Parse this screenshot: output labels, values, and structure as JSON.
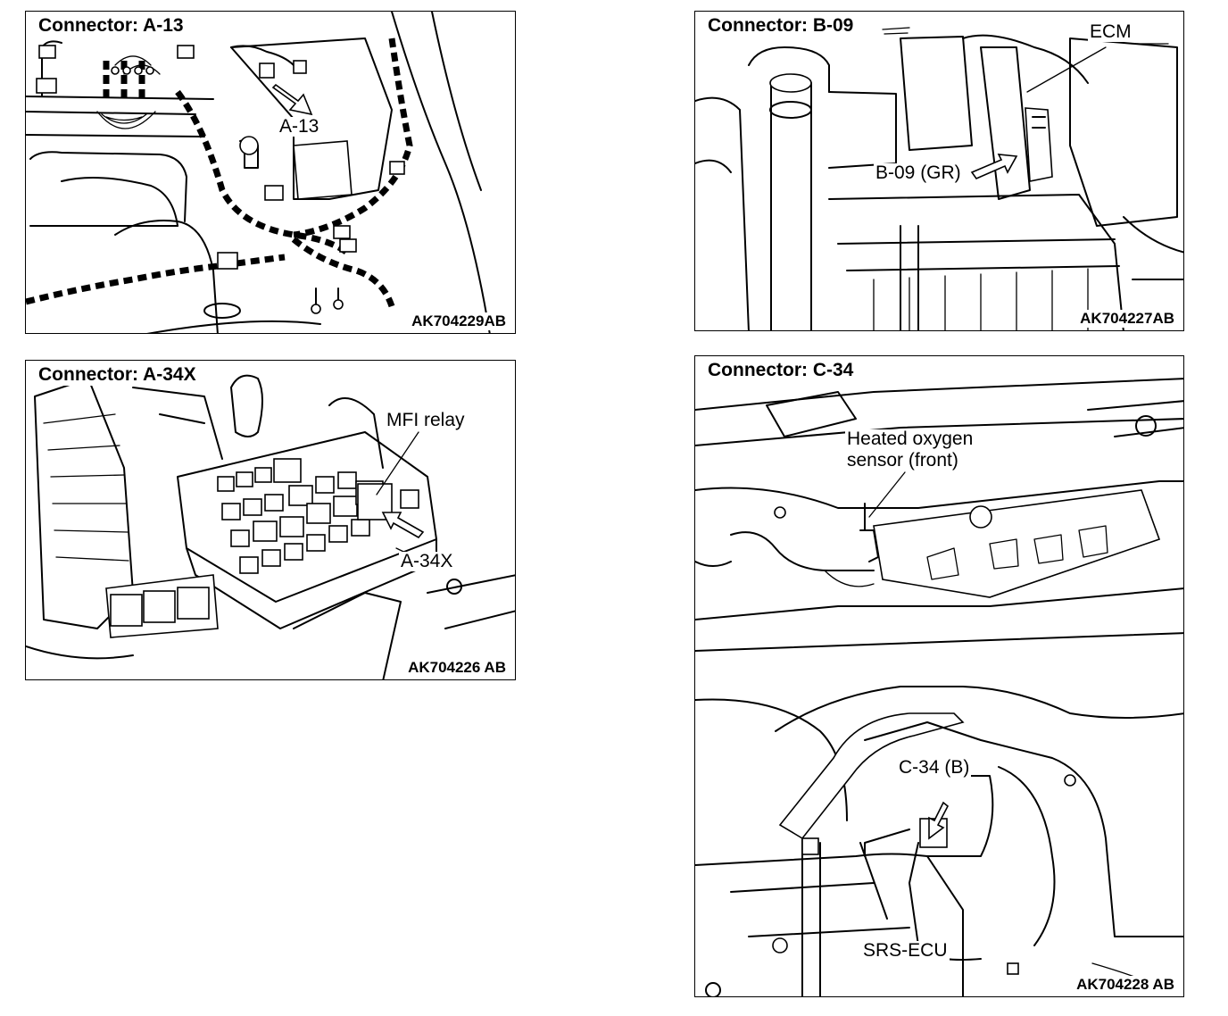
{
  "panels": {
    "a13": {
      "title": "Connector: A-13",
      "callout": "A-13",
      "code": "AK704229AB"
    },
    "b09": {
      "title": "Connector: B-09",
      "callout": "B-09 (GR)",
      "ecm": "ECM",
      "code": "AK704227AB"
    },
    "a34x": {
      "title": "Connector: A-34X",
      "relay": "MFI relay",
      "callout": "A-34X",
      "code": "AK704226 AB"
    },
    "c34": {
      "title": "Connector: C-34",
      "sensor_line1": "Heated oxygen",
      "sensor_line2": "sensor (front)",
      "callout": "C-34 (B)",
      "srs": "SRS-ECU",
      "code": "AK704228 AB"
    }
  },
  "icons": {
    "arrow": "pointer-arrow-icon"
  }
}
